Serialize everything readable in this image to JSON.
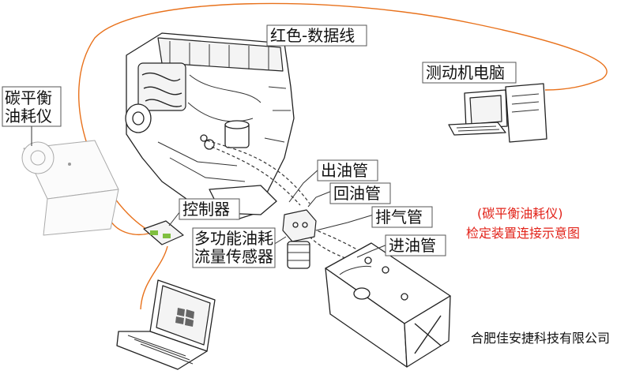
{
  "labels": {
    "data_cable": "红色-数据线",
    "pc": "测动机电脑",
    "meter_line1": "碳平衡",
    "meter_line2": "油耗仪",
    "outlet_pipe": "出油管",
    "return_pipe": "回油管",
    "controller": "控制器",
    "exhaust_pipe": "排气管",
    "sensor_line1": "多功能油耗",
    "sensor_line2": "流量传感器",
    "inlet_pipe": "进油管",
    "caption_line1": "(碳平衡油耗仪)",
    "caption_line2": "检定装置连接示意图",
    "company": "合肥佳安捷科技有限公司"
  },
  "colors": {
    "data_cable": "#e8711b",
    "caption": "#e2231a",
    "label_box_border": "#555555",
    "line_art": "#222222"
  },
  "icons": [
    "engine-drawing",
    "desktop-computer-icon",
    "laptop-icon",
    "windows-logo-icon",
    "fuel-tank-drawing",
    "flow-sensor-drawing",
    "controller-module-drawing",
    "carbon-balance-meter-drawing"
  ]
}
